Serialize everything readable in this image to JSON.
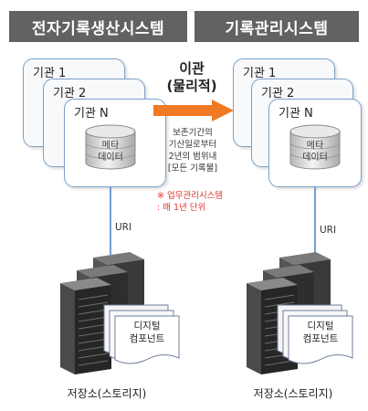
{
  "headers": {
    "left": "전자기록생산시스템",
    "right": "기록관리시스템"
  },
  "left_system": {
    "cards": [
      "기관 1",
      "기관 2",
      "기관 N"
    ],
    "database": {
      "line1": "메타",
      "line2": "데이터"
    },
    "uri": "URI",
    "component": {
      "line1": "디지털",
      "line2": "컴포넌트"
    },
    "storage": "저장소(스토리지)"
  },
  "right_system": {
    "cards": [
      "기관 1",
      "기관 2",
      "기관 N"
    ],
    "database": {
      "line1": "메타",
      "line2": "데이터"
    },
    "uri": "URI",
    "component": {
      "line1": "디지털",
      "line2": "컴포넌트"
    },
    "storage": "저장소(스토리지)"
  },
  "transfer": {
    "title_line1": "이관",
    "title_line2": "(물리적)",
    "note_lines": [
      "보존기간의",
      "기산일로부터",
      "2년의 범위내",
      "[모든 기록물]"
    ],
    "red_lines": [
      "※ 업무관리시스템",
      ": 매 1년 단위"
    ]
  },
  "colors": {
    "header_bg": "#626262",
    "card_border": "#7ba2c9",
    "arrow": "#f07a24",
    "red_note": "#e0352f",
    "uri_line": "#6f9fd0"
  }
}
